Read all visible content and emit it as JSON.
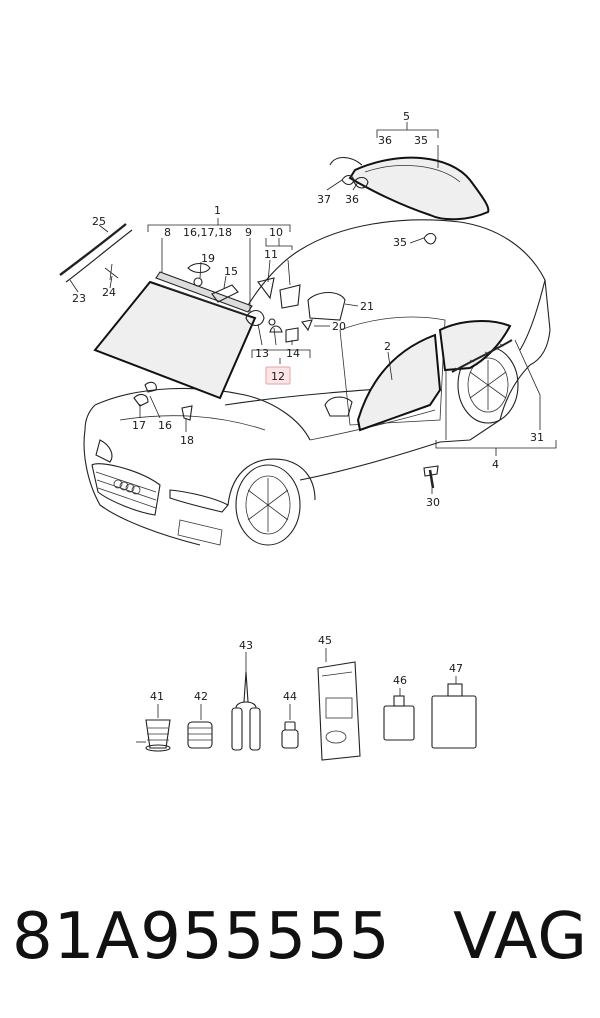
{
  "diagram": {
    "callouts": [
      {
        "id": "c5",
        "text": "5"
      },
      {
        "id": "c36top",
        "text": "36"
      },
      {
        "id": "c35top",
        "text": "35"
      },
      {
        "id": "c37",
        "text": "37"
      },
      {
        "id": "c36",
        "text": "36"
      },
      {
        "id": "c35",
        "text": "35"
      },
      {
        "id": "c1",
        "text": "1"
      },
      {
        "id": "c8",
        "text": "8"
      },
      {
        "id": "c161718",
        "text": "16,17,18"
      },
      {
        "id": "c9",
        "text": "9"
      },
      {
        "id": "c10",
        "text": "10"
      },
      {
        "id": "c25",
        "text": "25"
      },
      {
        "id": "c19",
        "text": "19"
      },
      {
        "id": "c11",
        "text": "11"
      },
      {
        "id": "c15",
        "text": "15"
      },
      {
        "id": "c21",
        "text": "21"
      },
      {
        "id": "c23",
        "text": "23"
      },
      {
        "id": "c24",
        "text": "24"
      },
      {
        "id": "c20",
        "text": "20"
      },
      {
        "id": "c13",
        "text": "13"
      },
      {
        "id": "c14",
        "text": "14"
      },
      {
        "id": "c12",
        "text": "12"
      },
      {
        "id": "c2",
        "text": "2"
      },
      {
        "id": "c17",
        "text": "17"
      },
      {
        "id": "c16",
        "text": "16"
      },
      {
        "id": "c18",
        "text": "18"
      },
      {
        "id": "c31",
        "text": "31"
      },
      {
        "id": "c4",
        "text": "4"
      },
      {
        "id": "c30",
        "text": "30"
      },
      {
        "id": "c43",
        "text": "43"
      },
      {
        "id": "c45",
        "text": "45"
      },
      {
        "id": "c47",
        "text": "47"
      },
      {
        "id": "c41",
        "text": "41"
      },
      {
        "id": "c42",
        "text": "42"
      },
      {
        "id": "c44",
        "text": "44"
      },
      {
        "id": "c46",
        "text": "46"
      }
    ],
    "highlight_color": "#e8a0a8",
    "highlight_fill": "#fbe4e6"
  },
  "footer": {
    "part_number": "81A955555",
    "brand": "VAG"
  }
}
